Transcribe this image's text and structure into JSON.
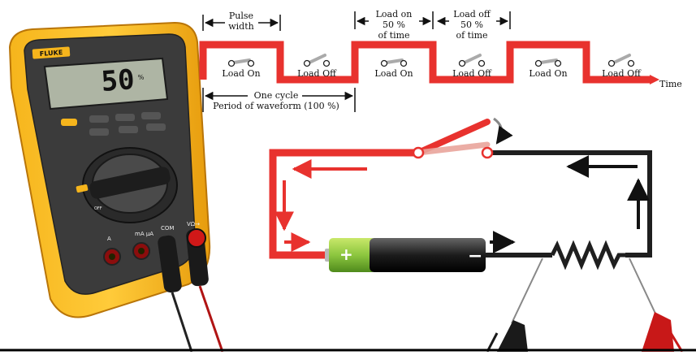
{
  "multimeter": {
    "brand": "FLUKE",
    "reading": "50",
    "unit": "%",
    "jacks": {
      "amps": "A",
      "milliamps": "mA µA",
      "common": "COM",
      "volts": "VΩ→"
    },
    "dial_off": "OFF"
  },
  "waveform": {
    "pulse_width": "Pulse width",
    "pulse_width_lines": [
      "Pulse",
      "width"
    ],
    "load_on_percent": [
      "Load on",
      "50 %",
      "of time"
    ],
    "load_off_percent": [
      "Load off",
      "50 %",
      "of time"
    ],
    "one_cycle": "One cycle",
    "period": "Period of waveform (100 %)",
    "time_axis": "Time",
    "segments": [
      "Load On",
      "Load Off",
      "Load On",
      "Load Off",
      "Load On",
      "Load Off"
    ],
    "duty_cycle_percent": 50,
    "colors": {
      "on": "#e8322e",
      "line": "#111111"
    }
  },
  "circuit": {
    "battery_plus": "+",
    "battery_minus": "−",
    "colors": {
      "positive_side": "#e8322e",
      "negative_side": "#1a1a1a",
      "battery_plus": "#8cc63f"
    }
  }
}
